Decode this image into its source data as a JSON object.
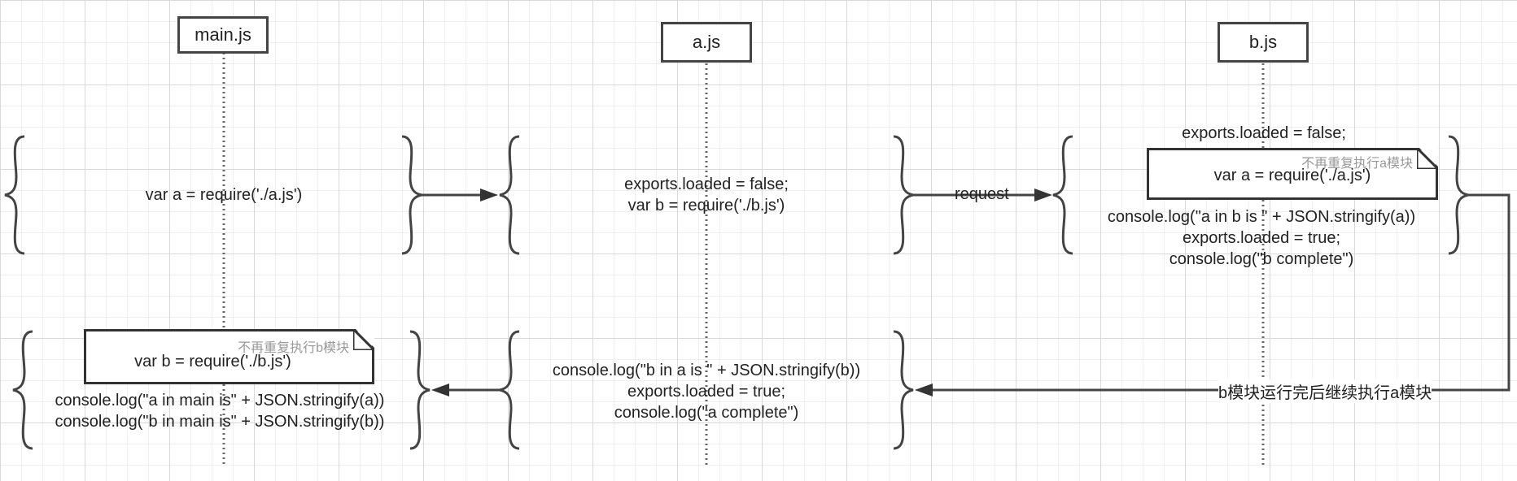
{
  "lifelines": [
    {
      "id": "main",
      "label": "main.js"
    },
    {
      "id": "a",
      "label": "a.js"
    },
    {
      "id": "b",
      "label": "b.js"
    }
  ],
  "main_top": {
    "lines": [
      "var a = require('./a.js')"
    ]
  },
  "a_top": {
    "lines": [
      "exports.loaded = false;",
      "var b = require('./b.js')"
    ]
  },
  "b_top": {
    "line1": "exports.loaded = false;",
    "note_label": "不再重复执行a模块",
    "note_body": "var a = require('./a.js')",
    "lines_after": [
      "console.log(\"a in b is \" + JSON.stringify(a))",
      "exports.loaded = true;",
      "console.log(\"b complete\")"
    ]
  },
  "a_bottom": {
    "lines": [
      "console.log(\"b in a is \" + JSON.stringify(b))",
      "exports.loaded = true;",
      "console.log(\"a complete\")"
    ]
  },
  "main_bottom": {
    "note_label": "不再重复执行b模块",
    "note_body": "var b = require('./b.js')",
    "lines_after": [
      "console.log(\"a in main is\" + JSON.stringify(a))",
      "console.log(\"b in main is\" + JSON.stringify(b))"
    ]
  },
  "arrows": {
    "request_label": "request",
    "return_label": "b模块运行完后继续执行a模块"
  },
  "colors": {
    "line": "#333333",
    "grid": "#d9d9d9",
    "note_label": "#999999"
  }
}
